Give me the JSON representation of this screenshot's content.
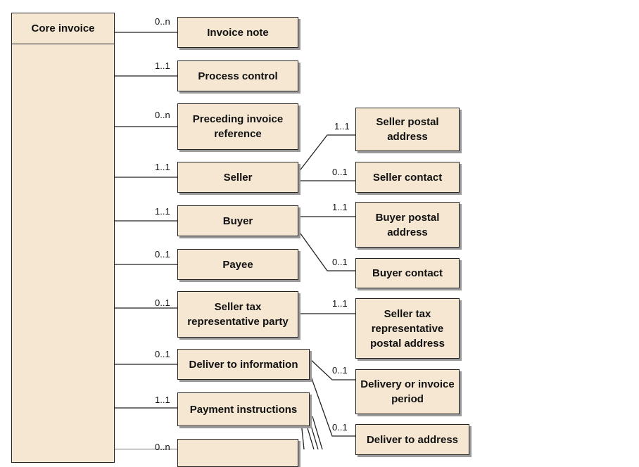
{
  "core": {
    "title": "Core invoice"
  },
  "boxes": {
    "invoice_note": "Invoice note",
    "process_control": "Process control",
    "preceding_invoice_reference": "Preceding invoice reference",
    "seller": "Seller",
    "buyer": "Buyer",
    "payee": "Payee",
    "seller_tax_representative_party": "Seller tax representative party",
    "deliver_to_information": "Deliver to information",
    "payment_instructions": "Payment instructions",
    "seller_postal_address": "Seller postal address",
    "seller_contact": "Seller contact",
    "buyer_postal_address": "Buyer postal address",
    "buyer_contact": "Buyer contact",
    "seller_tax_representative_postal_address": "Seller tax representative postal address",
    "delivery_or_invoice_period": "Delivery or invoice period",
    "deliver_to_address": "Deliver to address"
  },
  "multiplicities": {
    "invoice_note": "0..n",
    "process_control": "1..1",
    "preceding_invoice_reference": "0..n",
    "seller": "1..1",
    "buyer": "1..1",
    "payee": "0..1",
    "seller_tax_representative_party": "0..1",
    "deliver_to_information": "0..1",
    "payment_instructions": "1..1",
    "next_item": "0..n",
    "seller_postal_address": "1..1",
    "seller_contact": "0..1",
    "buyer_postal_address": "1..1",
    "buyer_contact": "0..1",
    "seller_tax_representative_postal_address": "1..1",
    "delivery_or_invoice_period": "0..1",
    "deliver_to_address": "0..1"
  }
}
